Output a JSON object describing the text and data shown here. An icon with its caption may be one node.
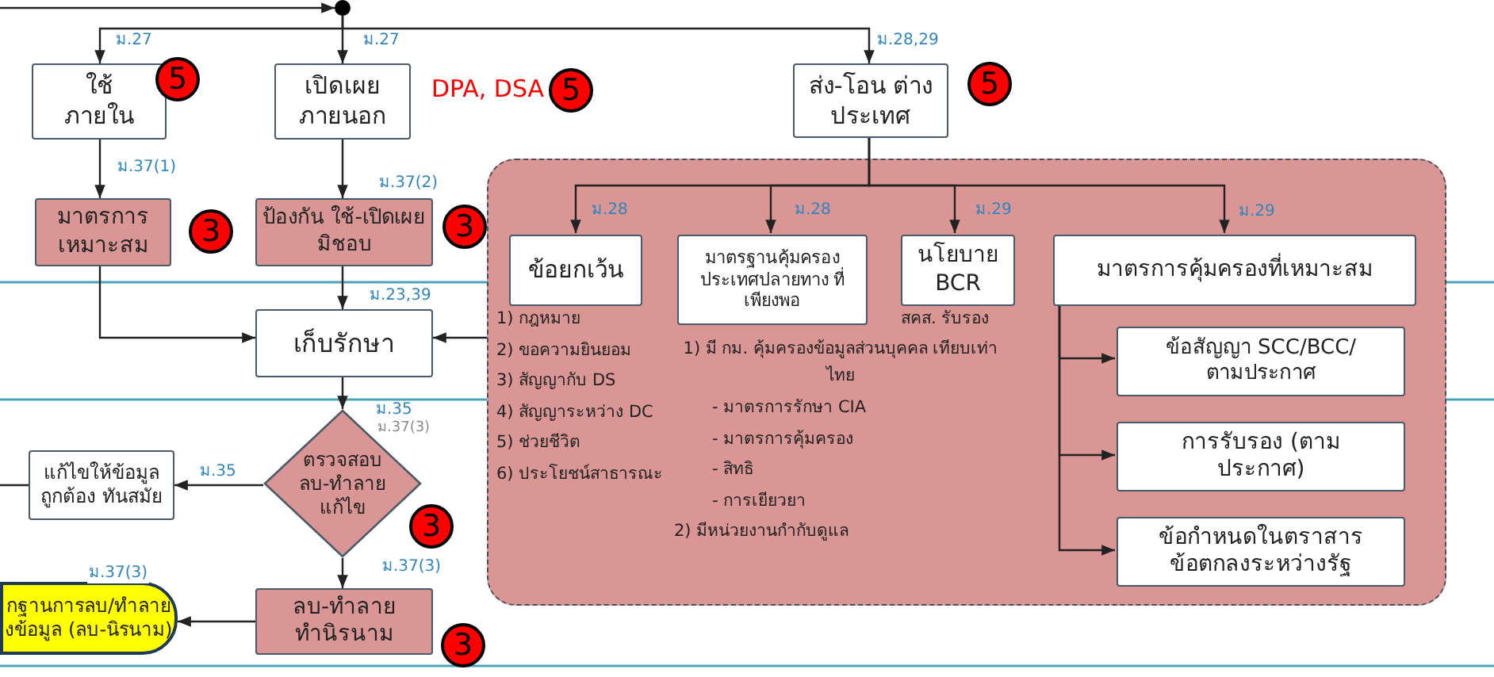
{
  "diagram": {
    "nodes": [
      {
        "text": [],
        "shape": "circle"
      },
      {
        "text": [
          "ใช้ ภายใน"
        ]
      },
      {
        "text": [
          "เปิดเผย ภายนอก"
        ]
      },
      {
        "text": [
          "ส่ง-โอน ต่างประเทศ"
        ]
      },
      {
        "text": [
          "มาตรการ เหมาะสม"
        ]
      },
      {
        "text": [
          "ป้องกัน ใช้-เปิดเผย มิชอบ"
        ]
      },
      {
        "text": [],
        "shape": "box"
      },
      {
        "text": [
          "ข้อยกเว้น"
        ],
        "in": 6,
        "beside": [
          "1) กฎหมาย",
          "2) ขอความยินยอม",
          "3) สัญญากับ DS",
          "4) สัญญาระหว่าง DC",
          "5) ช่วยชีวิต",
          "6) ประโยชน์สาธารณะ"
        ]
      },
      {
        "text": [
          "มาตรฐานคุ้มครอง ประเทศปลายทาง ที่เพียงพอ"
        ],
        "in": 6,
        "beside": [
          "1) มี กม. คุ้มครองข้อมูลส่วนบุคคล เทียบเท่าไทย",
          "- มาตรการรักษา CIA",
          "- มาตรการคุ้มครอง",
          "- สิทธิ",
          "- การเยียวยา",
          "2) มีหน่วยงานกำกับดูแล"
        ]
      },
      {
        "text": [
          "นโยบาย BCR"
        ],
        "in": 6,
        "beside": [
          "สคส. รับรอง"
        ]
      },
      {
        "text": [
          "มาตรการคุ้มครองที่เหมาะสม"
        ],
        "in": 6
      },
      {
        "text": [
          "ข้อสัญญา SCC/BCC/ตามประกาศ"
        ],
        "in": 6
      },
      {
        "text": [
          "การรับรอง (ตามประกาศ)"
        ],
        "in": 6
      },
      {
        "text": [
          "ข้อกำหนดในตราสาร ข้อตกลงระหว่างรัฐ"
        ],
        "in": 6
      },
      {
        "text": [
          "เก็บรักษา"
        ]
      },
      {
        "text": [
          "ตรวจสอบ ลบ-ทำลาย แก้ไข"
        ]
      },
      {
        "text": [
          "แก้ไขให้ข้อมูล ถูกต้อง ทันสมัย"
        ]
      },
      {
        "text": [
          "ลบ-ทำลาย ทำนิรนาม"
        ]
      },
      {
        "text": [
          "กฐานการลบ/ทำลาย งข้อมูล (ลบ-นิรนาม)"
        ]
      }
    ],
    "edges": [
      {
        "from": null,
        "to": 0,
        "arrow": "to"
      },
      {
        "from": 0,
        "to": 1,
        "arrow": "to",
        "label": "ม.27"
      },
      {
        "from": 0,
        "to": 2,
        "arrow": "to",
        "label": "ม.27"
      },
      {
        "from": 0,
        "to": 3,
        "arrow": "to",
        "label": "ม.28,29"
      },
      {
        "from": 1,
        "to": 4,
        "arrow": "to",
        "label": "ม.37(1)"
      },
      {
        "from": 2,
        "to": 5,
        "arrow": "to",
        "label": "ม.37(2)"
      },
      {
        "from": 4,
        "to": 14,
        "arrow": "to"
      },
      {
        "from": 5,
        "to": 14,
        "arrow": "to",
        "label": "ม.23,39"
      },
      {
        "from": 6,
        "to": 14,
        "arrow": "to"
      },
      {
        "from": 3,
        "to": 7,
        "arrow": "to",
        "label": "ม.28"
      },
      {
        "from": 3,
        "to": 8,
        "arrow": "to",
        "label": "ม.28"
      },
      {
        "from": 3,
        "to": 9,
        "arrow": "to",
        "label": "ม.29"
      },
      {
        "from": 3,
        "to": 10,
        "arrow": "to",
        "label": "ม.29"
      },
      {
        "from": 10,
        "to": 11,
        "arrow": "to"
      },
      {
        "from": 10,
        "to": 12,
        "arrow": "to"
      },
      {
        "from": 10,
        "to": 13,
        "arrow": "to"
      },
      {
        "from": 14,
        "to": 15,
        "arrow": "to",
        "label": "ม.35"
      },
      {
        "from": 15,
        "to": 16,
        "arrow": "to",
        "label": "ม.35"
      },
      {
        "from": 16,
        "to": null,
        "arrow": "none"
      },
      {
        "from": 15,
        "to": 17,
        "arrow": "to",
        "label": "ม.37(3)"
      },
      {
        "from": 17,
        "to": 18,
        "arrow": "to",
        "label": "ม.37(3)"
      }
    ],
    "labels": [
      "5",
      "DPA, DSA",
      "5",
      "5",
      "3",
      "3",
      "ม.37(3)",
      "3",
      "3"
    ]
  }
}
